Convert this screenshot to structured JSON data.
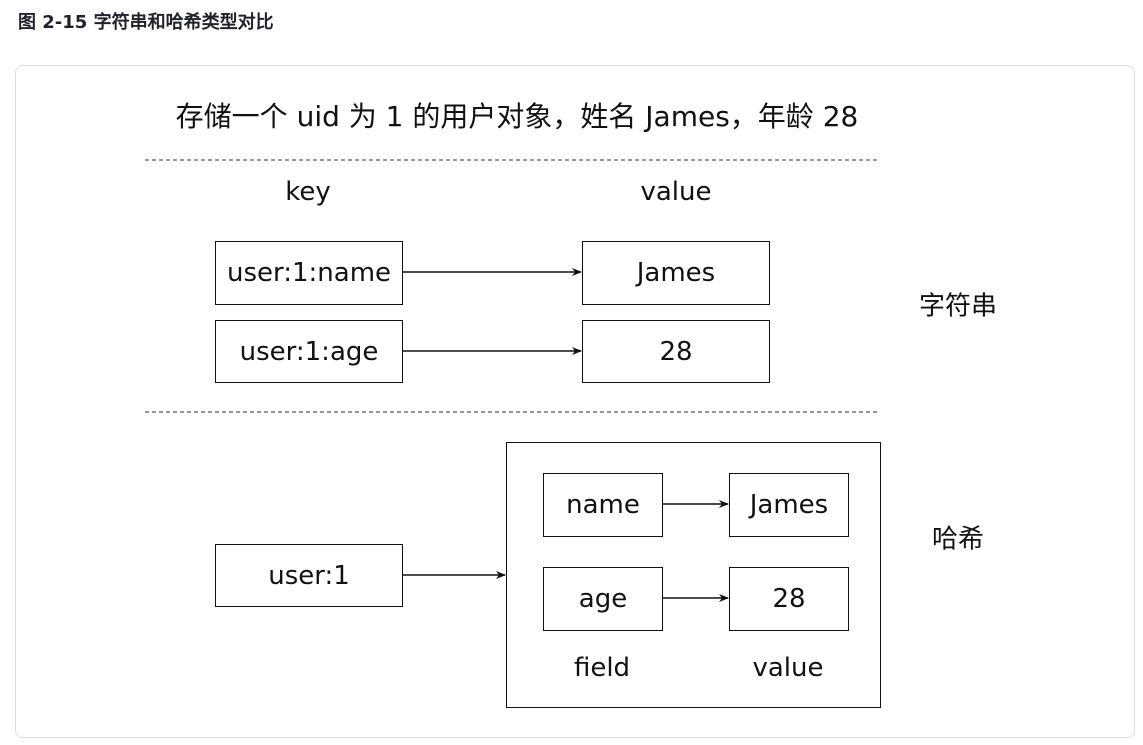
{
  "figure_title": "图 2-15 字符串和哈希类型对比",
  "heading": "存储一个 uid 为 1 的用户对象，姓名 James，年龄 28",
  "string_section": {
    "label": "字符串",
    "key_header": "key",
    "value_header": "value",
    "rows": [
      {
        "key": "user:1:name",
        "value": "James"
      },
      {
        "key": "user:1:age",
        "value": "28"
      }
    ]
  },
  "hash_section": {
    "label": "哈希",
    "key": "user:1",
    "field_header": "field",
    "value_header": "value",
    "rows": [
      {
        "field": "name",
        "value": "James"
      },
      {
        "field": "age",
        "value": "28"
      }
    ]
  }
}
